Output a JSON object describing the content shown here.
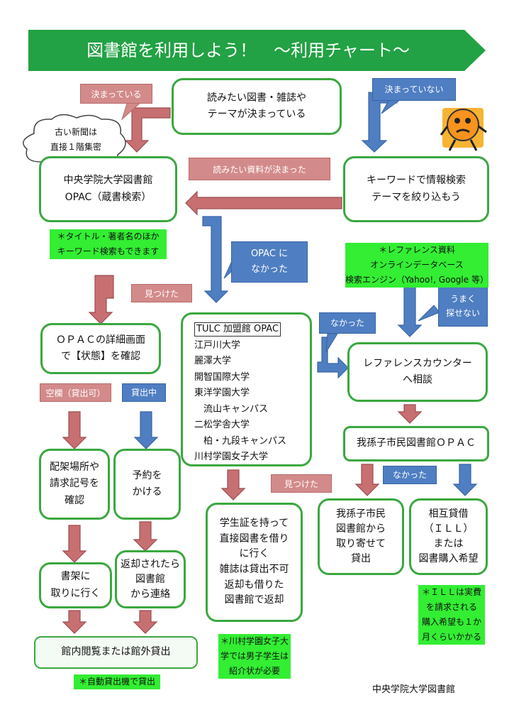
{
  "header": {
    "title": "図書館を利用しよう！　～利用チャート～"
  },
  "boxes": {
    "start": "読みたい図書・雑誌や\nテーマが決まっている",
    "opac": "中央学院大学図書館\nOPAC（蔵書検索）",
    "keyword": "キーワードで情報検索\nテーマを絞り込もう",
    "detail": "ＯＰＡＣの詳細画面\nで【状態】を確認",
    "reference": "レファレンスカウンター\nへ相談",
    "abiko_opac": "我孫子市民図書館ＯＰＡＣ",
    "shelf_location": "配架場所や\n請求記号を\n確認",
    "reserve": "予約を\nかける",
    "student_id": "学生証を持って\n直接図書を借り\nに行く\n雑誌は貸出不可\n返却も借りた\n図書館で返却",
    "abiko_order": "我孫子市民\n図書館から\n取り寄せて\n貸出",
    "ill": "相互貸借\n（ＩＬＬ）\nまたは\n図書購入希望",
    "to_shelf": "書架に\n取りに行く",
    "contact": "返却されたら\n図書館\nから連絡",
    "final": "館内閲覧または館外貸出"
  },
  "tulc": {
    "heading": "TULC 加盟館 OPAC",
    "items": [
      "江戸川大学",
      "麗澤大学",
      "開智国際大学",
      "東洋学園大学",
      "　流山キャンパス",
      "二松学舎大学",
      "　柏・九段キャンパス",
      "川村学園女子大学"
    ]
  },
  "cloud": {
    "text": "古い新聞は\n直接１階集密"
  },
  "labels": {
    "decided": "決まっている",
    "not_decided": "決まっていない",
    "material_decided": "読みたい資料が決まった",
    "not_in_opac": "OPAC に\nなかった",
    "found_1": "見つけた",
    "not_found_1": "なかった",
    "not_found_well": "うまく\n探せない",
    "available": "空欄（貸出可）",
    "on_loan": "貸出中",
    "found_2": "見つけた",
    "not_found_2": "なかった"
  },
  "notes": {
    "opac_tip": "＊タイトル・著者名のほか\nキーワード検索もできます",
    "reference_tip": "＊レファレンス資料\nオンラインデータベース\n検索エンジン（Yahoo!, Google 等）",
    "ill_tip": "＊ＩＬＬは実費\nを請求される\n購入希望も１か\n月くらいかかる",
    "kawamura_tip": "＊川村学園女子大\n学では男子学生は\n紹介状が必要",
    "auto_tip": "＊自動貸出機で貸出"
  },
  "footer": "中央学院大学図書館",
  "colors": {
    "banner": "#22a244",
    "box_border": "#3aa83f",
    "pink": "#d38a8a",
    "blue": "#4f7ec2",
    "note": "#33ee33",
    "character": "#f7931e"
  },
  "icons": [
    "character-icon",
    "thought-cloud-icon"
  ]
}
